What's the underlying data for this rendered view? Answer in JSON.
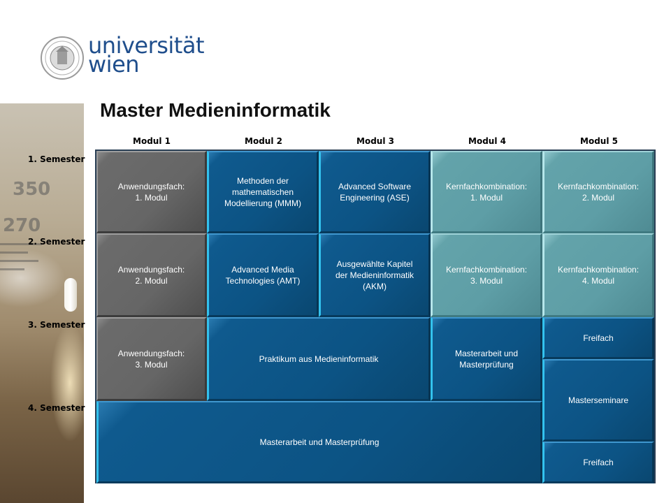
{
  "logo": {
    "line1": "universität",
    "line2": "wien"
  },
  "title": "Master Medieninformatik",
  "columns": [
    "Modul 1",
    "Modul 2",
    "Modul 3",
    "Modul 4",
    "Modul 5"
  ],
  "semesters": [
    "1. Semester",
    "2. Semester",
    "3. Semester",
    "4. Semester"
  ],
  "cells": {
    "r1m1": [
      "Anwendungsfach:",
      "1. Modul"
    ],
    "r1m2": [
      "Methoden der",
      "mathematischen",
      "Modellierung (MMM)"
    ],
    "r1m3": [
      "Advanced Software",
      "Engineering (ASE)"
    ],
    "r1m4": [
      "Kernfachkombination:",
      "1. Modul"
    ],
    "r1m5": [
      "Kernfachkombination:",
      "2. Modul"
    ],
    "r2m1": [
      "Anwendungsfach:",
      "2. Modul"
    ],
    "r2m2": [
      "Advanced Media",
      "Technologies (AMT)"
    ],
    "r2m3": [
      "Ausgewählte Kapitel",
      "der Medieninformatik",
      "(AKM)"
    ],
    "r2m4": [
      "Kernfachkombination:",
      "3. Modul"
    ],
    "r2m5": [
      "Kernfachkombination:",
      "4. Modul"
    ],
    "r3m1": [
      "Anwendungsfach:",
      "3. Modul"
    ],
    "praktikum": "Praktikum  aus Medieninformatik",
    "r3m4": [
      "Masterarbeit und",
      "Masterprüfung"
    ],
    "freifach_top": "Freifach",
    "masterseminare": "Masterseminare",
    "masterarbeit_wide": "Masterarbeit und Masterprüfung",
    "freifach_bottom": "Freifach"
  },
  "colors": {
    "gray": "#666666",
    "blue": "#0c5384",
    "teal": "#5e9ea6",
    "logo": "#1f4e8c"
  }
}
